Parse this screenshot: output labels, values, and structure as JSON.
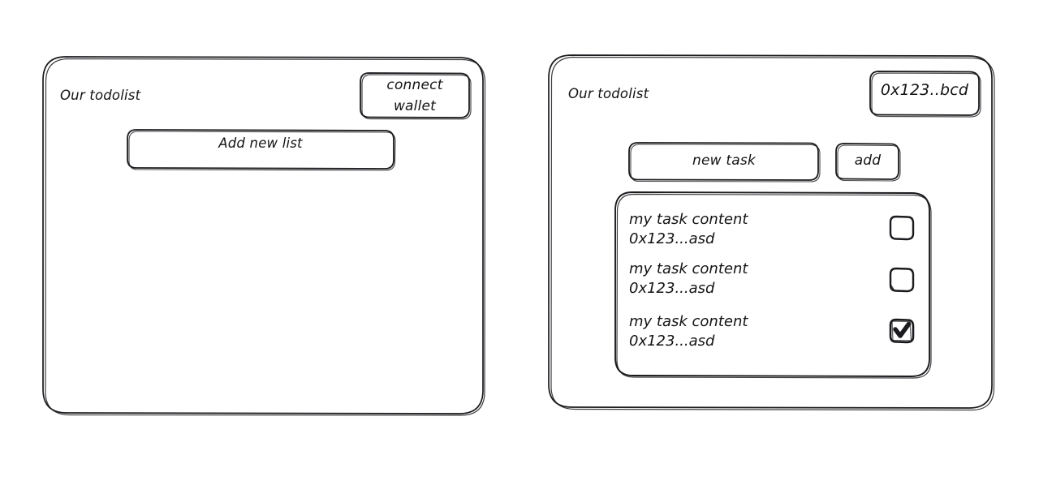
{
  "style": {
    "background": "#ffffff",
    "stroke": "#1b1b1f",
    "text": "#131316",
    "sketch": "hand-drawn-wireframe"
  },
  "panels": [
    {
      "name": "list-screen",
      "title": "Our todolist",
      "wallet_button": {
        "label_line1": "connect",
        "label_line2": "wallet"
      },
      "add_list_button": {
        "label": "Add new list"
      }
    },
    {
      "name": "task-screen",
      "title": "Our todolist",
      "wallet_button": {
        "label": "0x123..bcd"
      },
      "new_task_input": {
        "value": "new task"
      },
      "add_button": {
        "label": "add"
      },
      "tasks": [
        {
          "content": "my task content",
          "address": "0x123...asd",
          "checked": false
        },
        {
          "content": "my task content",
          "address": "0x123...asd",
          "checked": false
        },
        {
          "content": "my task content",
          "address": "0x123...asd",
          "checked": true
        }
      ]
    }
  ]
}
